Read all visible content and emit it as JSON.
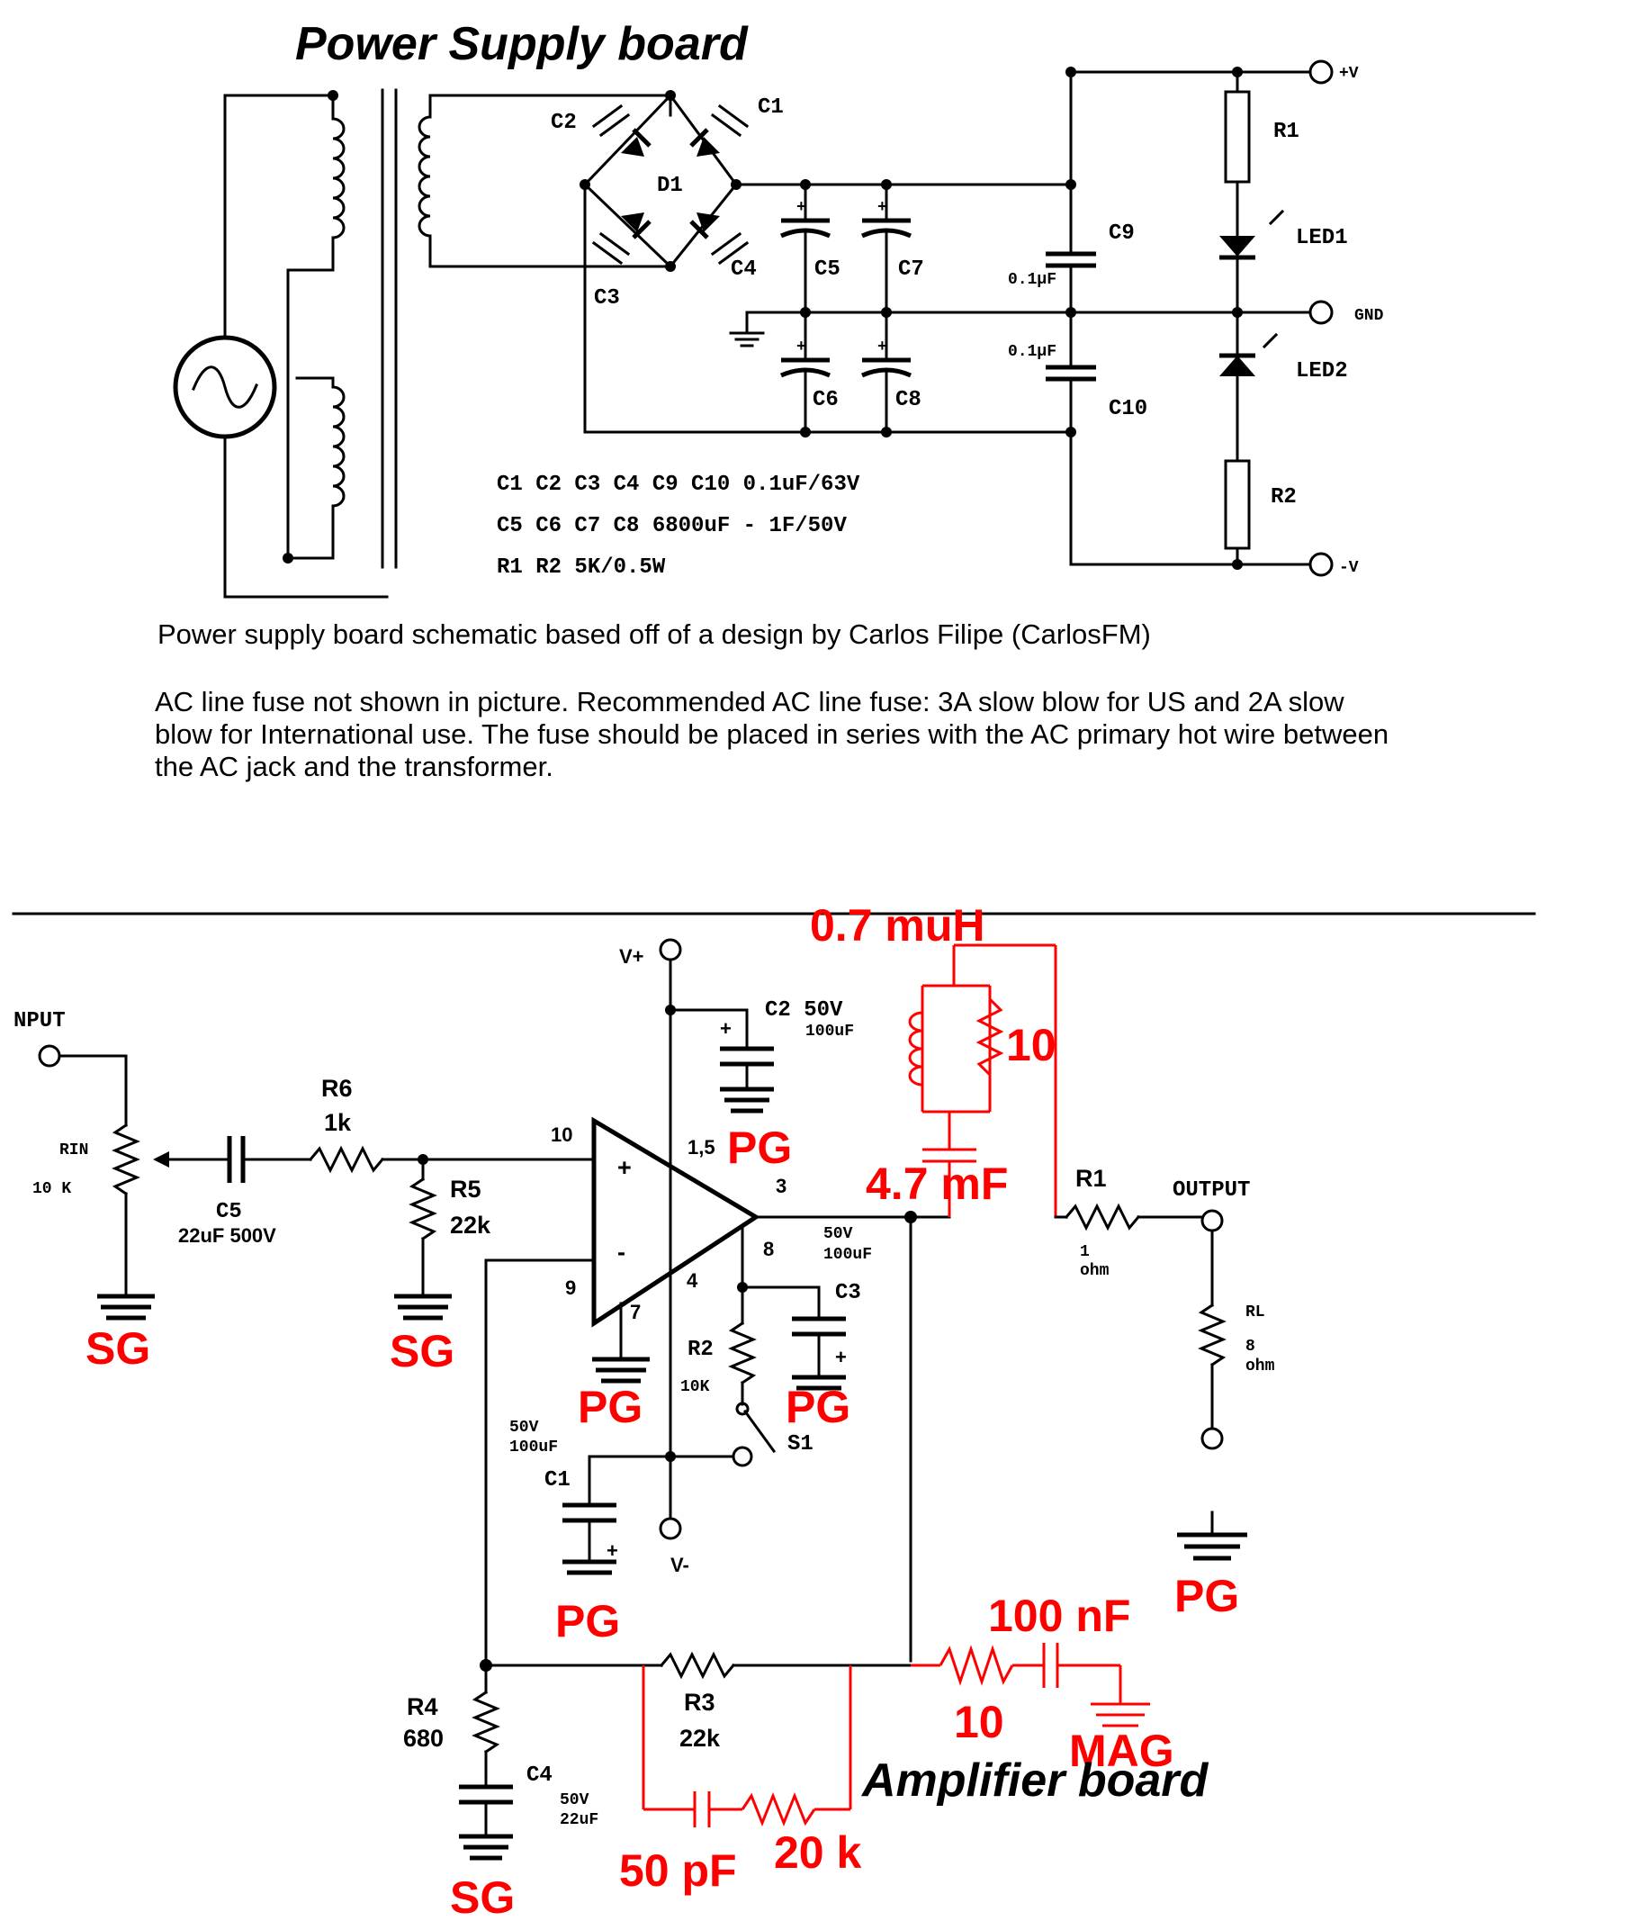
{
  "power_supply": {
    "title": "Power Supply board",
    "labels": {
      "c1": "C1",
      "c2": "C2",
      "c3": "C3",
      "c4": "C4",
      "d1": "D1",
      "c5": "C5",
      "c6": "C6",
      "c7": "C7",
      "c8": "C8",
      "c9": "C9",
      "c10": "C10",
      "c9_val": "0.1µF",
      "c10_val": "0.1µF",
      "r1": "R1",
      "r2": "R2",
      "led1": "LED1",
      "led2": "LED2",
      "vplus": "+V",
      "gnd": "GND",
      "vminus": "-V"
    },
    "bom": [
      "C1 C2 C3 C4 C9 C10 0.1uF/63V",
      "C5 C6 C7 C8  6800uF - 1F/50V",
      "R1 R2 5K/0.5W"
    ],
    "notes": {
      "credit": "Power supply board schematic based off of a design by Carlos Filipe (CarlosFM)",
      "fuse_line1": "AC line fuse not shown in picture.  Recommended AC line fuse:  3A slow blow for US and 2A slow",
      "fuse_line2": "blow for International use.  The fuse should be placed in series with the AC primary hot wire between",
      "fuse_line3": "the AC jack and the transformer."
    }
  },
  "amplifier": {
    "title": "Amplifier board",
    "labels": {
      "input": "NPUT",
      "rin": "RIN",
      "rin_val": "10 K",
      "c5": "C5",
      "c5_val": "22uF 500V",
      "r6": "R6",
      "r6_val": "1k",
      "r5": "R5",
      "r5_val": "22k",
      "vplus": "V+",
      "vminus": "V-",
      "c2": "C2 50V",
      "c2_val": "100uF",
      "pin10": "10",
      "pin15": "1,5",
      "pin3": "3",
      "pin8": "8",
      "pin9": "9",
      "pin7": "7",
      "pin4": "4",
      "plus": "+",
      "minus": "-",
      "c3_volt": "50V",
      "c3_val": "100uF",
      "c3": "C3",
      "r2": "R2",
      "r2_val": "10K",
      "s1": "S1",
      "c1_volt": "50V",
      "c1_val": "100uF",
      "c1": "C1",
      "r4": "R4",
      "r4_val": "680",
      "c4": "C4",
      "c4_volt": "50V",
      "c4_val": "22uF",
      "r3": "R3",
      "r3_val": "22k",
      "r1": "R1",
      "r1_val1": "1",
      "r1_val2": "ohm",
      "output": "OUTPUT",
      "rl": "RL",
      "rl_val1": "8",
      "rl_val2": "ohm"
    },
    "red_annotations": {
      "inductor": "0.7 muH",
      "r_parallel": "10",
      "cap_output": "4.7 mF",
      "cap_zobel": "100 nF",
      "r_zobel": "10",
      "mag": "MAG",
      "cap_fb": "50 pF",
      "r_fb": "20 k",
      "pg": "PG",
      "sg": "SG"
    }
  }
}
